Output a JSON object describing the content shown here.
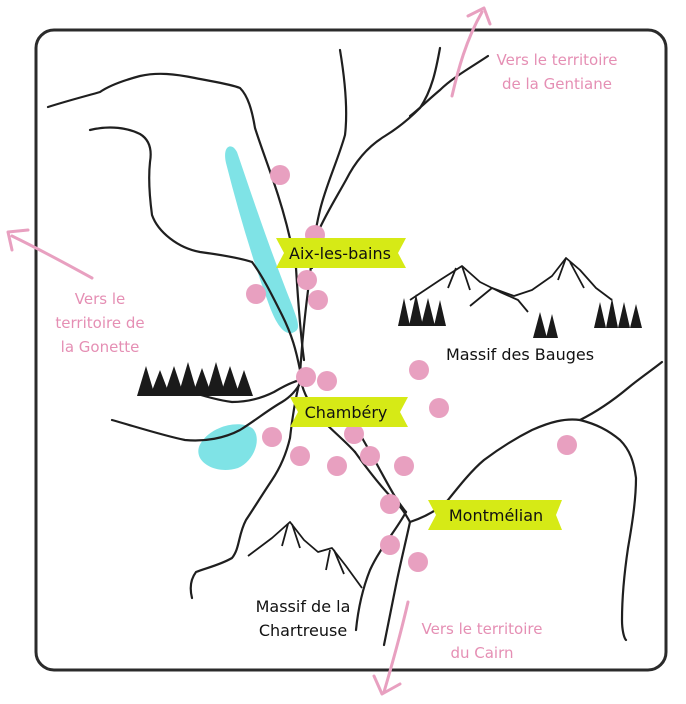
{
  "colors": {
    "frame": "#2b2b2b",
    "road": "#1f1f1f",
    "lake": "#7fe3e6",
    "dot": "#e8a0c0",
    "label_bg": "#d6ea16",
    "accent_text": "#e58fb4",
    "arrow": "#e8a0c0",
    "text": "#111111"
  },
  "cities": [
    {
      "label": "Aix-les-bains"
    },
    {
      "label": "Chambéry"
    },
    {
      "label": "Montmélian"
    }
  ],
  "massifs": [
    {
      "label": "Massif des Bauges"
    },
    {
      "label": "Massif de la",
      "label2": "Chartreuse"
    }
  ],
  "territories": [
    {
      "line1": "Vers le territoire",
      "line2": "de la Gentiane",
      "icon": "arrow-up-right-icon"
    },
    {
      "line1": "Vers le",
      "line2": "territoire de",
      "line3": "la Gonette",
      "icon": "arrow-up-left-icon"
    },
    {
      "line1": "Vers le territoire",
      "line2": "du Cairn",
      "icon": "arrow-down-icon"
    }
  ]
}
